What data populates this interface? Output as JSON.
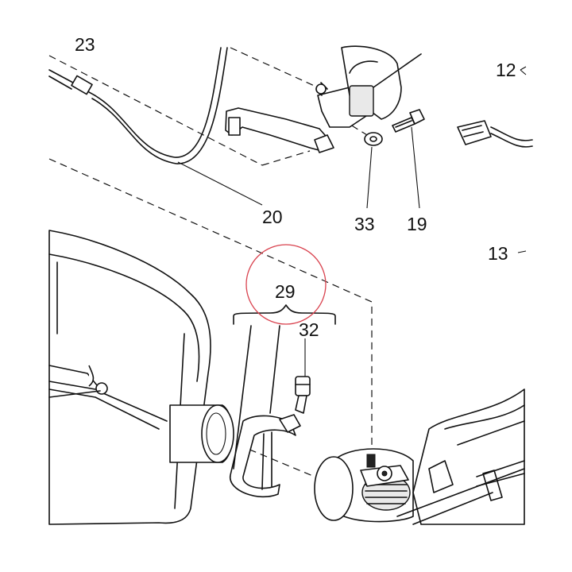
{
  "diagram": {
    "labels": {
      "l23": "23",
      "l20": "20",
      "l33": "33",
      "l19": "19",
      "l12": "12",
      "l13": "13",
      "l29": "29",
      "l32": "32"
    },
    "colors": {
      "line": "#111111",
      "highlight_circle": "#d9434f",
      "background": "#ffffff"
    }
  }
}
